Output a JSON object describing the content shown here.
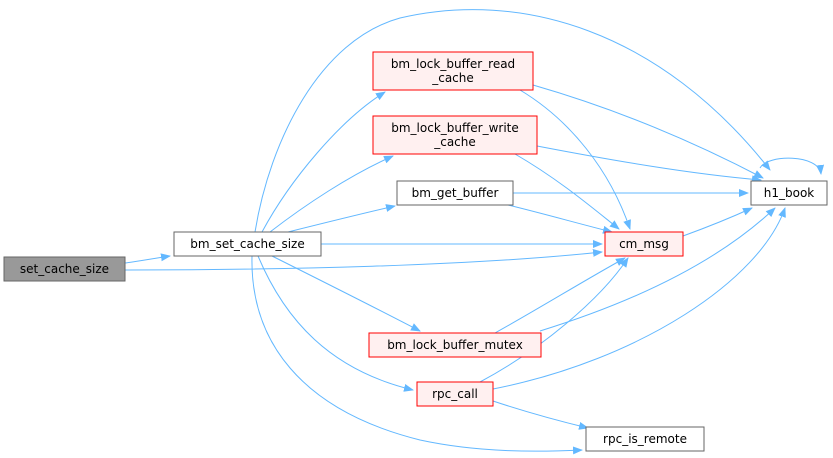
{
  "colors": {
    "edge": "#63b8ff",
    "root_fill": "#999999",
    "normal_stroke": "#666666",
    "red_stroke": "#ff0000",
    "red_fill": "#fff0f0"
  },
  "nodes": [
    {
      "id": "set_cache_size",
      "lines": [
        "set_cache_size"
      ],
      "style": "root"
    },
    {
      "id": "bm_set_cache_size",
      "lines": [
        "bm_set_cache_size"
      ],
      "style": "normal"
    },
    {
      "id": "bm_lock_buffer_read_cache",
      "lines": [
        "bm_lock_buffer_read",
        "_cache"
      ],
      "style": "red"
    },
    {
      "id": "bm_lock_buffer_write_cache",
      "lines": [
        "bm_lock_buffer_write",
        "_cache"
      ],
      "style": "red"
    },
    {
      "id": "bm_get_buffer",
      "lines": [
        "bm_get_buffer"
      ],
      "style": "normal"
    },
    {
      "id": "cm_msg",
      "lines": [
        "cm_msg"
      ],
      "style": "red"
    },
    {
      "id": "h1_book",
      "lines": [
        "h1_book"
      ],
      "style": "normal"
    },
    {
      "id": "bm_lock_buffer_mutex",
      "lines": [
        "bm_lock_buffer_mutex"
      ],
      "style": "red"
    },
    {
      "id": "rpc_call",
      "lines": [
        "rpc_call"
      ],
      "style": "red"
    },
    {
      "id": "rpc_is_remote",
      "lines": [
        "rpc_is_remote"
      ],
      "style": "normal"
    }
  ],
  "edges": [
    {
      "from": "set_cache_size",
      "to": "bm_set_cache_size"
    },
    {
      "from": "set_cache_size",
      "to": "cm_msg"
    },
    {
      "from": "bm_set_cache_size",
      "to": "bm_lock_buffer_read_cache"
    },
    {
      "from": "bm_set_cache_size",
      "to": "bm_lock_buffer_write_cache"
    },
    {
      "from": "bm_set_cache_size",
      "to": "bm_get_buffer"
    },
    {
      "from": "bm_set_cache_size",
      "to": "cm_msg"
    },
    {
      "from": "bm_set_cache_size",
      "to": "h1_book"
    },
    {
      "from": "bm_set_cache_size",
      "to": "bm_lock_buffer_mutex"
    },
    {
      "from": "bm_set_cache_size",
      "to": "rpc_call"
    },
    {
      "from": "bm_set_cache_size",
      "to": "rpc_is_remote"
    },
    {
      "from": "bm_lock_buffer_read_cache",
      "to": "cm_msg"
    },
    {
      "from": "bm_lock_buffer_read_cache",
      "to": "h1_book"
    },
    {
      "from": "bm_lock_buffer_write_cache",
      "to": "cm_msg"
    },
    {
      "from": "bm_lock_buffer_write_cache",
      "to": "h1_book"
    },
    {
      "from": "bm_get_buffer",
      "to": "cm_msg"
    },
    {
      "from": "bm_get_buffer",
      "to": "h1_book"
    },
    {
      "from": "cm_msg",
      "to": "h1_book"
    },
    {
      "from": "h1_book",
      "to": "h1_book"
    },
    {
      "from": "bm_lock_buffer_mutex",
      "to": "cm_msg"
    },
    {
      "from": "bm_lock_buffer_mutex",
      "to": "h1_book"
    },
    {
      "from": "rpc_call",
      "to": "cm_msg"
    },
    {
      "from": "rpc_call",
      "to": "h1_book"
    },
    {
      "from": "rpc_call",
      "to": "rpc_is_remote"
    }
  ]
}
